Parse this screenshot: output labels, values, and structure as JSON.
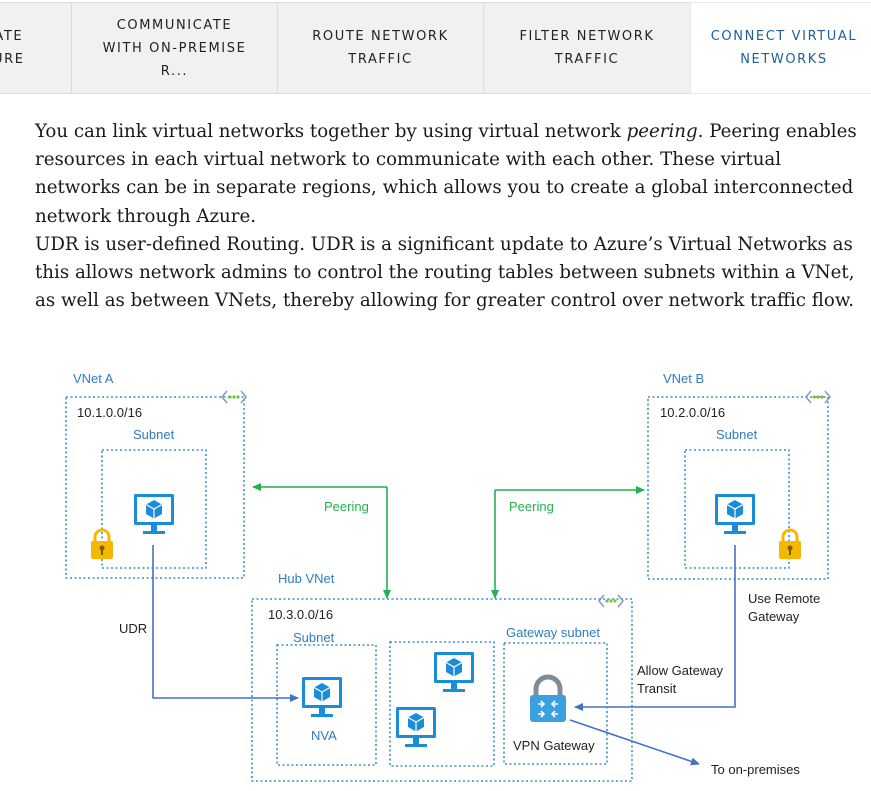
{
  "tabs": [
    {
      "lines": [
        "ATE",
        "URE"
      ],
      "active": false
    },
    {
      "lines": [
        "COMMUNICATE",
        "WITH ON-PREMISE",
        "R..."
      ],
      "active": false
    },
    {
      "lines": [
        "ROUTE NETWORK",
        "TRAFFIC"
      ],
      "active": false
    },
    {
      "lines": [
        "FILTER NETWORK",
        "TRAFFIC"
      ],
      "active": false
    },
    {
      "lines": [
        "CONNECT VIRTUAL",
        "NETWORKS"
      ],
      "active": true
    }
  ],
  "paragraph1": {
    "before": "You can link virtual networks together by using virtual network ",
    "emphasis": "peering",
    "after": ". Peering enables resources in each virtual network to communicate with each other. These virtual networks can be in separate regions, which allows you to create a global interconnected network through Azure."
  },
  "paragraph2": "UDR is user-defined Routing. UDR is a significant update to Azure’s Virtual Networks as this allows network admins to control the routing tables between subnets within a VNet, as well as between VNets, thereby allowing for greater control over network traffic flow.",
  "diagram": {
    "vnet_a": {
      "name": "VNet A",
      "cidr": "10.1.0.0/16",
      "subnet": "Subnet"
    },
    "vnet_b": {
      "name": "VNet B",
      "cidr": "10.2.0.0/16",
      "subnet": "Subnet"
    },
    "hub": {
      "name": "Hub VNet",
      "cidr": "10.3.0.0/16",
      "subnet": "Subnet",
      "gateway_subnet": "Gateway subnet"
    },
    "peering_left": "Peering",
    "peering_right": "Peering",
    "udr": "UDR",
    "nva": "NVA",
    "vpn_gateway": "VPN Gateway",
    "use_remote_gateway": [
      "Use Remote",
      "Gateway"
    ],
    "allow_gateway_transit": [
      "Allow Gateway",
      "Transit"
    ],
    "to_on_premises": "To on-premises",
    "colors": {
      "box": "#3b8fd0",
      "label": "#2f7cc1",
      "peering": "#22b14c",
      "arrow": "#4472c4",
      "lock": "#f5b800"
    }
  }
}
